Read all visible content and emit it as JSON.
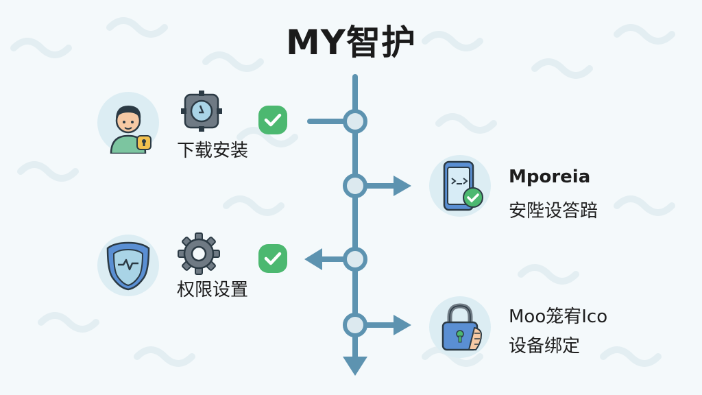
{
  "title": "MY智护",
  "colors": {
    "timeline": "#5d93b0",
    "node_fill": "#dcedf3",
    "check": "#4cb870",
    "title": "#1b1b1b"
  },
  "steps": [
    {
      "side": "left",
      "label": "下载安装",
      "node_icon": "user-avatar-icon",
      "badge_icon": "settings-gear-icon",
      "status_icon": "check-icon"
    },
    {
      "side": "right",
      "title": "Mporeia",
      "label": "安陛设答踣",
      "node_icon": "phone-check-icon"
    },
    {
      "side": "left",
      "label": "权限设置",
      "node_icon": "shield-icon",
      "badge_icon": "gear-icon",
      "status_icon": "check-icon"
    },
    {
      "side": "right",
      "title": "Moo笼宥Ico",
      "label": "设备绑定",
      "node_icon": "lock-icon"
    }
  ]
}
